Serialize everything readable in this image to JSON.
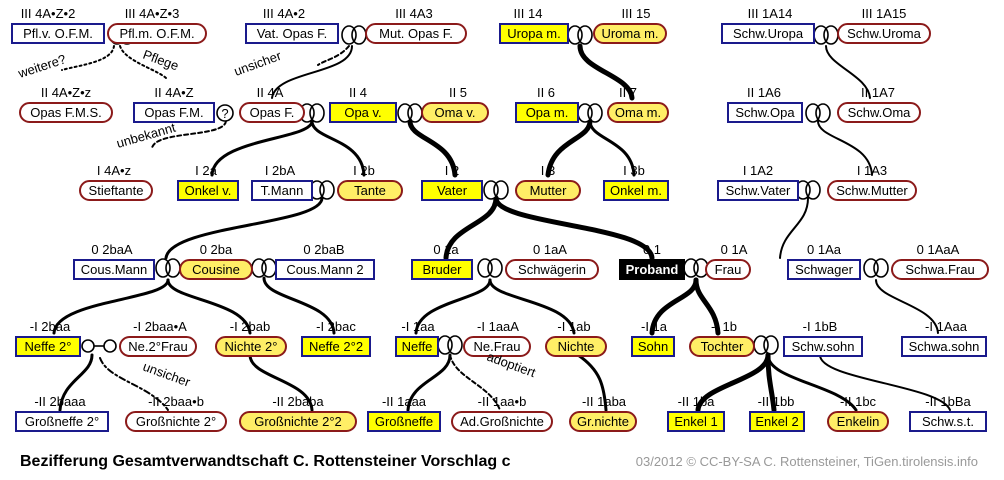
{
  "title": "Bezifferung Gesamtverwandtschaft C. Rottensteiner Vorschlag c",
  "copyright": "03/2012 © CC-BY-SA C. Rottensteiner, TiGen.tirolensis.info",
  "colors": {
    "male_border": "#1a1a8c",
    "female_border": "#8b1a1a",
    "highlight": "#ffff00",
    "female_highlight": "#ffee66",
    "proband_bg": "#000000"
  },
  "notes": {
    "weitere": "weitere?",
    "pflege": "Pflege",
    "unsicher1": "unsicher",
    "unbekannt": "unbekannt",
    "adoptiert": "adoptiert",
    "unsicher2": "unsicher",
    "question": "?"
  },
  "persons": [
    {
      "code": "III 4A•Z•2",
      "label": "Pfl.v. O.F.M."
    },
    {
      "code": "III 4A•Z•3",
      "label": "Pfl.m. O.F.M."
    },
    {
      "code": "III 4A•2",
      "label": "Vat. Opas F."
    },
    {
      "code": "III 4A3",
      "label": "Mut. Opas F."
    },
    {
      "code": "III 14",
      "label": "Uropa m."
    },
    {
      "code": "III 15",
      "label": "Uroma m."
    },
    {
      "code": "III 1A14",
      "label": "Schw.Uropa"
    },
    {
      "code": "III 1A15",
      "label": "Schw.Uroma"
    },
    {
      "code": "II 4A•Z•z",
      "label": "Opas F.M.S."
    },
    {
      "code": "II 4A•Z",
      "label": "Opas F.M."
    },
    {
      "code": "II 4A",
      "label": "Opas F."
    },
    {
      "code": "II 4",
      "label": "Opa v."
    },
    {
      "code": "II 5",
      "label": "Oma v."
    },
    {
      "code": "II 6",
      "label": "Opa m."
    },
    {
      "code": "II 7",
      "label": "Oma m."
    },
    {
      "code": "II 1A6",
      "label": "Schw.Opa"
    },
    {
      "code": "II 1A7",
      "label": "Schw.Oma"
    },
    {
      "code": "I 4A•z",
      "label": "Stieftante"
    },
    {
      "code": "I 2a",
      "label": "Onkel v."
    },
    {
      "code": "I 2bA",
      "label": "T.Mann"
    },
    {
      "code": "I 2b",
      "label": "Tante"
    },
    {
      "code": "I 2",
      "label": "Vater"
    },
    {
      "code": "I 3",
      "label": "Mutter"
    },
    {
      "code": "I 3b",
      "label": "Onkel m."
    },
    {
      "code": "I 1A2",
      "label": "Schw.Vater"
    },
    {
      "code": "I 1A3",
      "label": "Schw.Mutter"
    },
    {
      "code": "0 2baA",
      "label": "Cous.Mann"
    },
    {
      "code": "0 2ba",
      "label": "Cousine"
    },
    {
      "code": "0 2baB",
      "label": "Cous.Mann 2"
    },
    {
      "code": "0 1a",
      "label": "Bruder"
    },
    {
      "code": "0 1aA",
      "label": "Schwägerin"
    },
    {
      "code": "0 1",
      "label": "Proband"
    },
    {
      "code": "0 1A",
      "label": "Frau"
    },
    {
      "code": "0 1Aa",
      "label": "Schwager"
    },
    {
      "code": "0 1AaA",
      "label": "Schwa.Frau"
    },
    {
      "code": "-I 2baa",
      "label": "Neffe 2°"
    },
    {
      "code": "-I 2baa•A",
      "label": "Ne.2°Frau"
    },
    {
      "code": "-I 2bab",
      "label": "Nichte 2°"
    },
    {
      "code": "-I 2bac",
      "label": "Neffe 2°2"
    },
    {
      "code": "-I 1aa",
      "label": "Neffe"
    },
    {
      "code": "-I 1aaA",
      "label": "Ne.Frau"
    },
    {
      "code": "-I 1ab",
      "label": "Nichte"
    },
    {
      "code": "-I 1a",
      "label": "Sohn"
    },
    {
      "code": "-I 1b",
      "label": "Tochter"
    },
    {
      "code": "-I 1bB",
      "label": "Schw.sohn"
    },
    {
      "code": "-I 1Aaa",
      "label": "Schwa.sohn"
    },
    {
      "code": "-II 2baaa",
      "label": "Großneffe 2°"
    },
    {
      "code": "-II 2baa•b",
      "label": "Großnichte 2°"
    },
    {
      "code": "-II 2baba",
      "label": "Großnichte 2°2"
    },
    {
      "code": "-II 1aaa",
      "label": "Großneffe"
    },
    {
      "code": "-II 1aa•b",
      "label": "Ad.Großnichte"
    },
    {
      "code": "-II 1aba",
      "label": "Gr.nichte"
    },
    {
      "code": "-II 1ba",
      "label": "Enkel 1"
    },
    {
      "code": "-II 1bb",
      "label": "Enkel 2"
    },
    {
      "code": "-II 1bc",
      "label": "Enkelin"
    },
    {
      "code": "-II 1bBa",
      "label": "Schw.s.t."
    }
  ]
}
